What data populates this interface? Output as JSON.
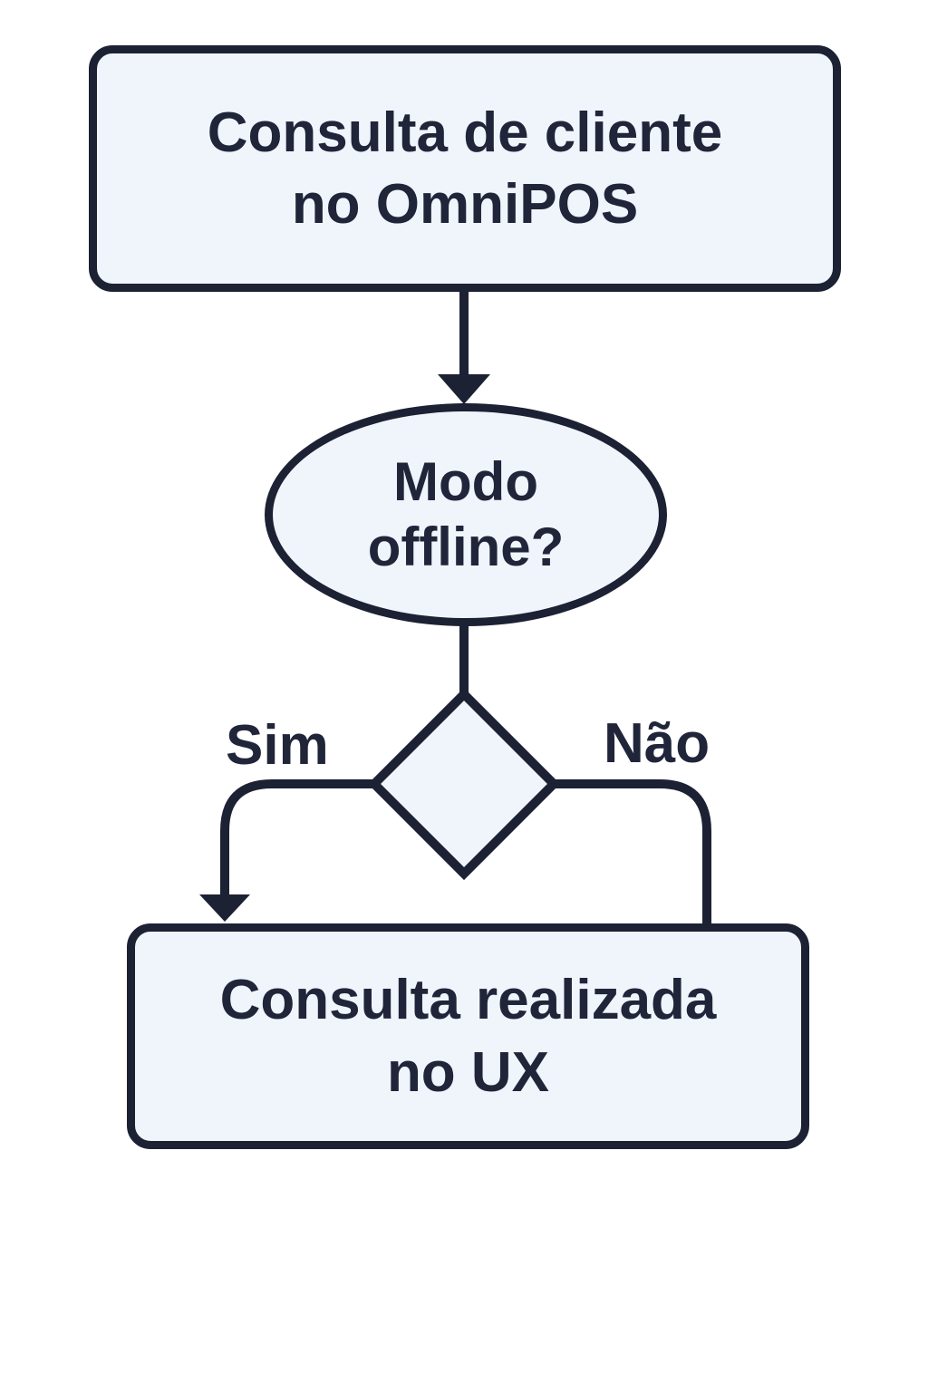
{
  "flowchart": {
    "nodes": {
      "start": {
        "text": "Consulta de cliente\nno OmniPOS"
      },
      "decision": {
        "text": "Modo\noffline?"
      },
      "end": {
        "text": "Consulta realizada\nno UX"
      }
    },
    "edges": {
      "yes_label": "Sim",
      "no_label": "Não"
    },
    "colors": {
      "ink": "#1c2133",
      "text": "#20253a",
      "node_fill": "#f0f5fc",
      "background": "#ffffff"
    }
  }
}
